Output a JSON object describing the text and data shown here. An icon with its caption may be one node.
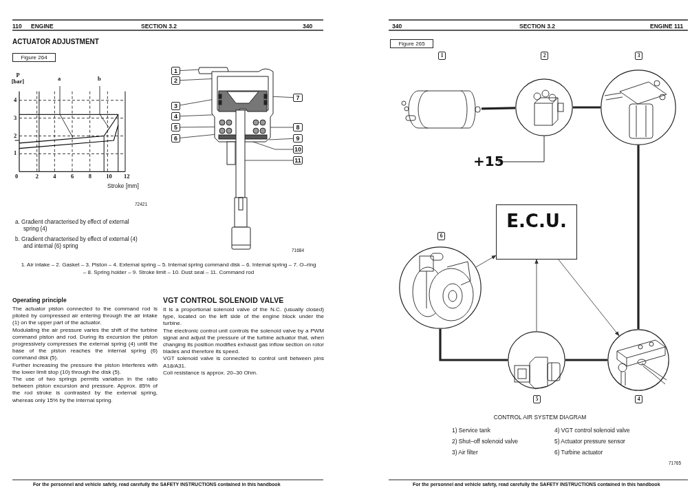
{
  "diagram": {
    "caption": "CONTROL AIR SYSTEM DIAGRAM",
    "nodes": [
      {
        "text": [
          "1"
        ]
      },
      {
        "text": [
          "2"
        ]
      },
      {
        "text": [
          "3"
        ]
      },
      {
        "text": [
          "4"
        ]
      },
      {
        "text": [
          "5"
        ]
      },
      {
        "text": [
          "6"
        ]
      },
      {
        "text": [
          "7"
        ]
      },
      {
        "text": [
          "8"
        ]
      },
      {
        "text": [
          "9"
        ]
      },
      {
        "text": [
          "10"
        ]
      },
      {
        "text": [
          "11"
        ]
      },
      {
        "text": [],
        "shape": "picture"
      },
      {
        "text": [],
        "shape": "picture"
      },
      {
        "text": [],
        "shape": "picture"
      },
      {
        "text": [
          "+15"
        ]
      },
      {
        "text": [
          "E.C.U."
        ]
      },
      {
        "text": [],
        "shape": "picture"
      },
      {
        "text": [],
        "shape": "picture"
      },
      {
        "text": [],
        "shape": "picture"
      },
      {
        "text": [],
        "shape": "picture"
      }
    ],
    "edges": [
      {
        "from": 0,
        "to": 19,
        "arrow": "none"
      },
      {
        "from": 1,
        "to": 19,
        "arrow": "none"
      },
      {
        "from": 2,
        "to": 19,
        "arrow": "none"
      },
      {
        "from": 3,
        "to": 19,
        "arrow": "none"
      },
      {
        "from": 4,
        "to": 19,
        "arrow": "none"
      },
      {
        "from": 5,
        "to": 19,
        "arrow": "none"
      },
      {
        "from": 6,
        "to": 19,
        "arrow": "none"
      },
      {
        "from": 7,
        "to": 19,
        "arrow": "none"
      },
      {
        "from": 8,
        "to": 19,
        "arrow": "none"
      },
      {
        "from": 9,
        "to": 19,
        "arrow": "none"
      },
      {
        "from": 10,
        "to": 19,
        "arrow": "none"
      },
      {
        "from": 11,
        "to": 12,
        "arrow": "none",
        "style": "thick"
      },
      {
        "from": 12,
        "to": 13,
        "arrow": "none",
        "style": "thick"
      },
      {
        "from": 14,
        "to": 12,
        "arrow": "none"
      },
      {
        "from": 13,
        "to": 18,
        "arrow": "none",
        "style": "thick"
      },
      {
        "from": 18,
        "to": 17,
        "arrow": "none",
        "style": "thick"
      },
      {
        "from": 16,
        "to": 17,
        "arrow": "none",
        "style": "thick"
      },
      {
        "from": 16,
        "to": 15,
        "arrow": "to"
      },
      {
        "from": 17,
        "to": 15,
        "arrow": "to"
      },
      {
        "from": 15,
        "to": 18,
        "arrow": "to"
      }
    ],
    "labels": [
      "110",
      "ENGINE",
      "SECTION 3.2",
      "340",
      "ACTUATOR ADJUSTMENT",
      "Figure 264",
      "72421",
      "a. Gradient characterised by effect of external spring (4)",
      "b. Gradient characterised by effect of external (4) and internal (6) spring",
      "71684",
      "1. Air intake – 2. Gasket – 3. Piston – 4. External spring – 5. Internal spring command disk – 6. Internal spring – 7. O–ring – 8. Spring holder – 9. Stroke limit – 10. Dust seal – 11. Command rod",
      "Operating principle",
      "The actuator piston connected to the command rod is piloted by compressed air entering through the air intake (1) on the upper part of the actuator.",
      "Modulating the air pressure varies the shift of the turbine command piston and rod. During its excursion the piston progressively compresses the external spring (4) until the base of the piston reaches the internal spring (6) command disk (5).",
      "Further increasing the pressure the piston interferes with the lower limit stop (10) through the disk (5).",
      "The use of two springs permits variation in the ratio between piston excursion and pressure. Approx. 85% of the rod stroke is contrasted by the external spring, whereas only 15% by the internal spring.",
      "VGT CONTROL SOLENOID VALVE",
      "It is a proportional solenoid valve of the N.C. (usually closed) type, located on the left side of the engine block under the turbine.",
      "The electronic control unit controls the solenoid valve by a PWM signal and adjust the pressure of the turbine actuator that, when changing its position modifies exhaust gas inflow section on rotor blades and therefore its speed.",
      "VGT solenoid valve is connected to control unit between pins A18/A31.",
      "Coil resistance is approx. 20–30 Ohm.",
      "For the personnel and vehicle safety, read carefully the SAFETY INSTRUCTIONS contained in this handbook",
      "340",
      "SECTION 3.2",
      "ENGINE",
      "111",
      "Figure 265",
      "1",
      "2",
      "3",
      "6",
      "5",
      "4",
      "1) Service tank",
      "4) VGT control solenoid valve",
      "2) Shut–off solenoid valve",
      "5) Actuator pressure sensor",
      "3) Air filter",
      "6) Turbine actuator",
      "71765",
      "For the personnel and vehicle safety, read carefully the SAFETY INSTRUCTIONS contained in this handbook"
    ],
    "chart_data": {
      "type": "line",
      "xlabel": "Stroke [mm]",
      "ylabel": "P [bar]",
      "x": [
        0,
        9.6,
        10.7,
        11.2
      ],
      "series": [
        {
          "color": "#000000",
          "values": [
            1.6,
            2.0,
            2.8,
            3.2
          ]
        },
        {
          "color": "#000000",
          "values": [
            1.3,
            1.7,
            1.75,
            2.6
          ]
        }
      ],
      "xlim": [
        0,
        12
      ],
      "ylim": [
        0,
        4.5
      ],
      "grid": true,
      "xticks": [
        0,
        2,
        4,
        6,
        8,
        10,
        12
      ],
      "yticks": [
        1,
        2,
        3,
        4
      ],
      "annotations": [
        "a",
        "b"
      ]
    }
  }
}
